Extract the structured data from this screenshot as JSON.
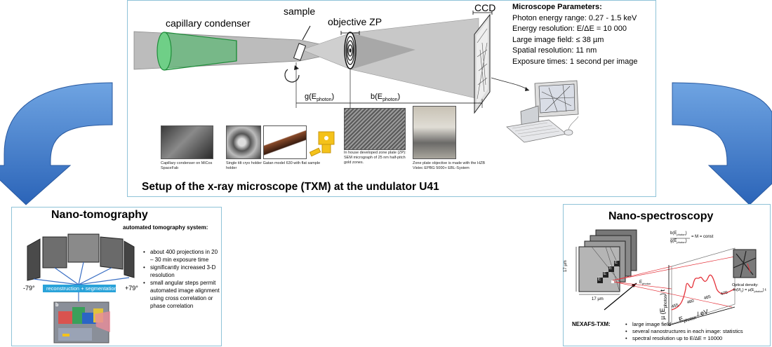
{
  "top": {
    "labels": {
      "capillary": "capillary condenser",
      "sample": "sample",
      "objective": "objective ZP",
      "ccd": "CCD",
      "g_main": "g(E",
      "g_sub": "photon",
      "g_close": ")",
      "b_main": "b(E",
      "b_sub": "photon",
      "b_close": ")"
    },
    "params_title": "Microscope Parameters:",
    "params": [
      "Photon energy range:  0.27 - 1.5 keV",
      "Energy resolution: E/ΔE = 10 000",
      "Large image field: ≤ 38 µm",
      "Spatial resolution: 11 nm",
      "Exposure times: 1 second per image"
    ],
    "captions": {
      "condenser": "Capillary condenser on MiCos SpaceFab",
      "holder": "Single tilt cryo holder Gatan model 630 with flat sample holder",
      "zoneplate": "In house developed zone plate (ZP): SEM micrograph of 25 nm half-pitch gold zones.",
      "objective": "Zone plate objective is made with the HZB Vistec EPBG 5000+ EBL-System"
    },
    "title": "Setup of the x-ray microscope (TXM) at the undulator U41"
  },
  "left": {
    "title": "Nano-tomography",
    "subtitle": "automated tomography system:",
    "angle_min": "-79°",
    "angle_max": "+79°",
    "recon": "reconstruction + segmentation",
    "inset_letter": "b",
    "bullets": [
      "about 400 projections in 20 – 30 min exposure time",
      "significantly increased 3-D resolution",
      "small angular steps permit automated image alignment  using cross correlation or phase correlation"
    ]
  },
  "right": {
    "title": "Nano-spectroscopy",
    "formula_num": "b(E",
    "formula_den": "g(E",
    "formula_sub": "photon",
    "formula_rhs": "= M = const",
    "scale_x": "17 µm",
    "scale_y": "17 µm",
    "e_axis_main": "E",
    "e_axis_sub": "photon",
    "ylabel_main": "µ (E",
    "ylabel_sub": "photon",
    "ylabel_end": ") t",
    "xlabel_main": "E",
    "xlabel_sub": "photon",
    "xlabel_end": " / eV",
    "ticks": [
      "455",
      "460",
      "465",
      "470"
    ],
    "od_caption1": "Optical density:",
    "od_caption2": "-ln(I/I",
    "od_caption3": "0",
    "od_caption4": ") = µ(E",
    "od_caption5": "photon",
    "od_caption6": ") t",
    "nexafs_label": "NEXAFS-TXM:",
    "bullets": [
      "large image field",
      "several nanostructures in each image: statistics",
      "spectral resolution up to E/ΔE = 10000"
    ],
    "frame_labels": [
      "E",
      "E",
      "E",
      "E"
    ]
  },
  "colors": {
    "arrow_blue": "#3a78c9",
    "green": "#2ea34a",
    "recon_bar": "#2aa3d9",
    "spectrum_red": "#e4323a",
    "panel_border": "#8fc3d8"
  }
}
